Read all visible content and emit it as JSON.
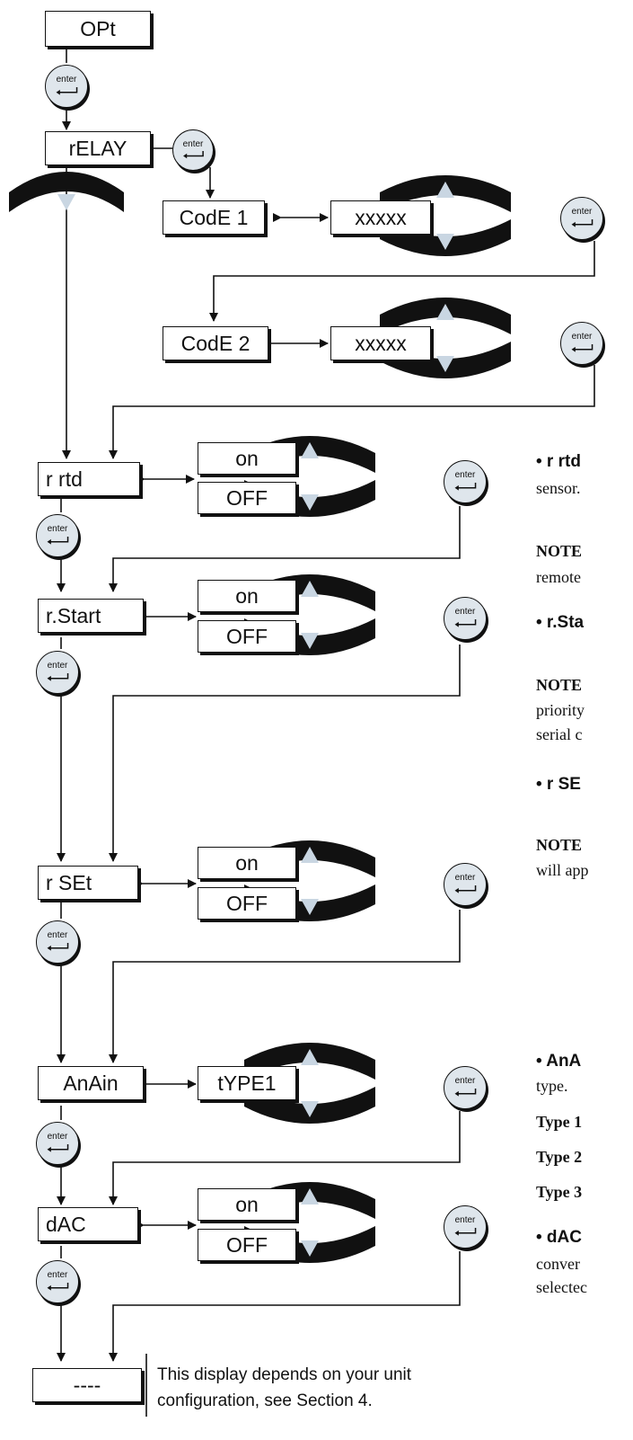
{
  "boxes": {
    "opt": "OPt",
    "relay": "rELAY",
    "code1": "CodE 1",
    "code1_value": "xxxxx",
    "code2": "CodE 2",
    "code2_value": "xxxxx",
    "r_rtd": "r rtd",
    "r_start": "r.Start",
    "r_set": "r SEt",
    "anain": "AnAin",
    "anain_value": "tYPE1",
    "dac": "dAC",
    "end": "----"
  },
  "toggles": {
    "on": "on",
    "off": "OFF"
  },
  "enter_label": "enter",
  "footnote": {
    "line1": "This display depends on your unit",
    "line2": "configuration, see Section 4."
  },
  "right_text": {
    "r_rtd_head": "• r rtd",
    "sensor": "sensor.",
    "note1_head": "NOTE",
    "note1_line": "remote",
    "r_start_head": "• r.Sta",
    "note2_head": "NOTE",
    "note2_l1": "priority",
    "note2_l2": "serial c",
    "r_set_head": "• r SE",
    "note3_head": "NOTE",
    "note3_l1": "will app",
    "anain_head": "• AnA",
    "type_word": "type.",
    "type1": "Type 1",
    "type2": "Type 2",
    "type3": "Type 3",
    "dac_head": "• dAC",
    "conver": "conver",
    "selected": "selectec"
  }
}
